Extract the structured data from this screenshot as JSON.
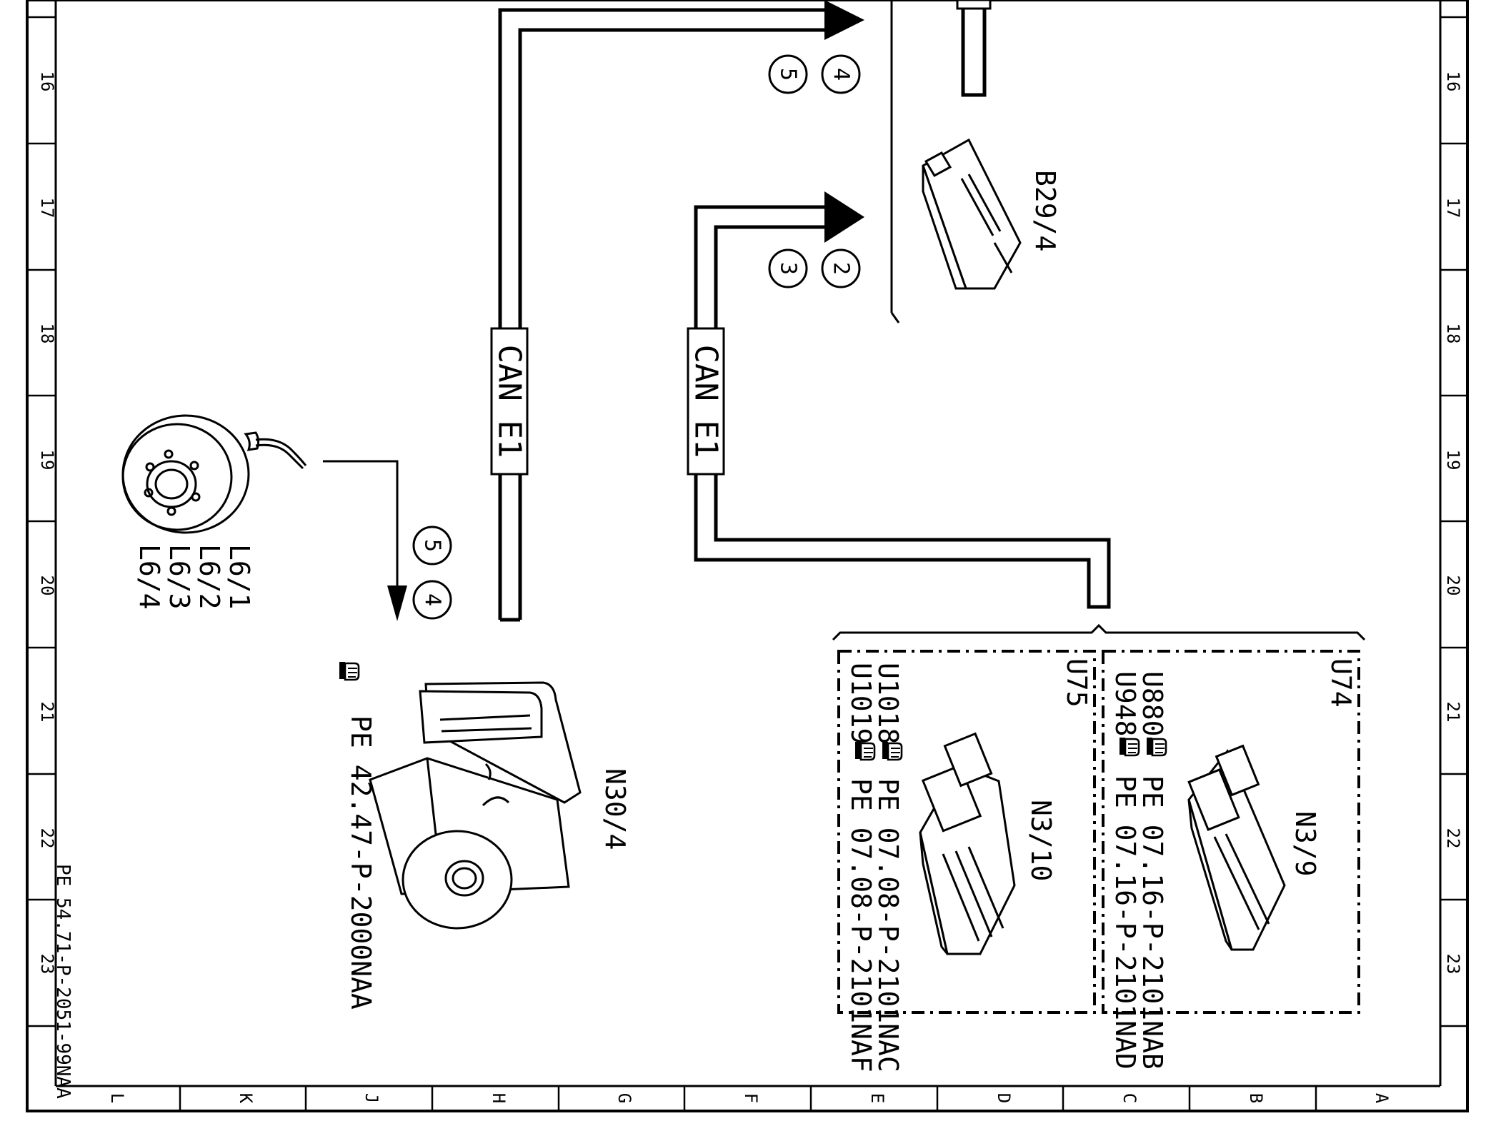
{
  "document_id": "PE 54.71-P-2051-99NAA",
  "grid": {
    "rows": [
      "16",
      "17",
      "18",
      "19",
      "20",
      "21",
      "22",
      "23"
    ],
    "columns": [
      "L",
      "K",
      "J",
      "H",
      "G",
      "F",
      "E",
      "D",
      "C",
      "B",
      "A"
    ]
  },
  "components": {
    "b29_4": "B29/4",
    "n30_4": "N30/4",
    "n30_4_ref": "PE 42.47-P-2000NAA",
    "l6_1": "L6/1",
    "l6_2": "L6/2",
    "l6_3": "L6/3",
    "l6_4": "L6/4",
    "u74": "U74",
    "u75": "U75",
    "n3_9": "N3/9",
    "n3_10": "N3/10"
  },
  "variants": {
    "u880": "U880",
    "u880_ref": "PE 07.16-P-2101NAB",
    "u948": "U948",
    "u948_ref": "PE 07.16-P-2101NAD",
    "u1018": "U1018",
    "u1018_ref": "PE 07.08-P-2101NAC",
    "u1019": "U1019",
    "u1019_ref": "PE 07.08-P-2101NAF"
  },
  "bus": {
    "can_left": "CAN E1",
    "can_right": "CAN E1"
  },
  "callouts": {
    "top_4": "4",
    "top_5": "5",
    "mid_2": "2",
    "mid_3": "3",
    "sensor_5": "5",
    "sensor_4": "4"
  },
  "icons": {
    "reference": "pointing-hand-icon"
  }
}
